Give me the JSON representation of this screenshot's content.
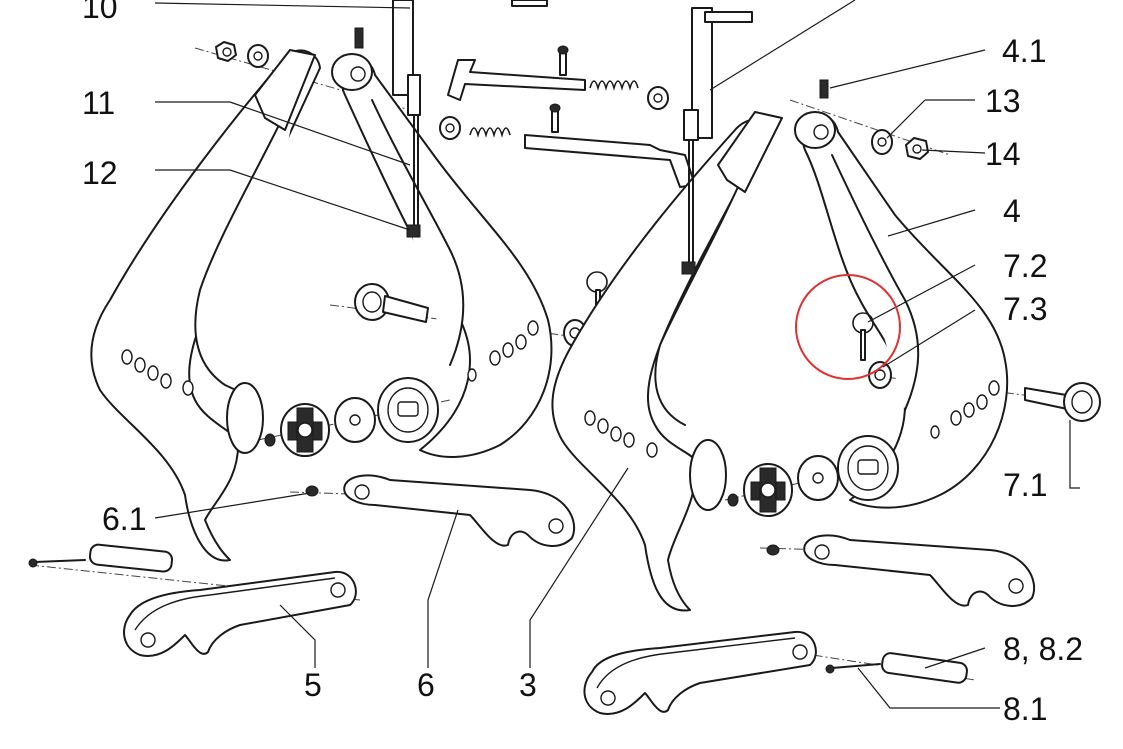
{
  "colors": {
    "line": "#1a1a1a",
    "highlight": "#e03030",
    "background": "#ffffff"
  },
  "callouts": {
    "c10": "10",
    "c11": "11",
    "c12": "12",
    "c6_1": "6.1",
    "c5": "5",
    "c6": "6",
    "c3": "3",
    "c4_1": "4.1",
    "c13": "13",
    "c14": "14",
    "c4": "4",
    "c7_2": "7.2",
    "c7_3": "7.3",
    "c7_1": "7.1",
    "c8_8_2": "8, 8.2",
    "c8_1": "8.1"
  },
  "highlight": {
    "target": "7.2"
  }
}
